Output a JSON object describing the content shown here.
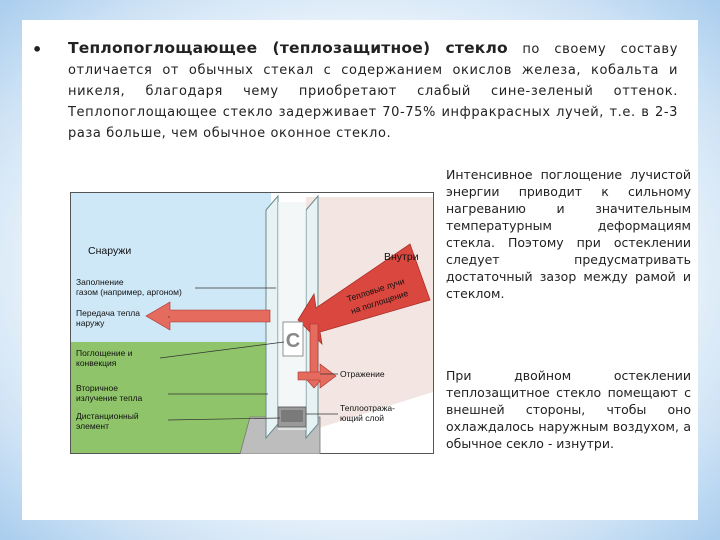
{
  "text": {
    "bullet": "•",
    "lead": "Теплопоглощающее (теплозащитное) стекло",
    "body": " по своему составу отличается от обычных стекал с содержанием окислов железа, кобальта и никеля, благодаря чему приобретают слабый сине-зеленый оттенок. Теплопоглощающее стекло задерживает 70-75% инфракрасных лучей, т.е. в 2-3 раза больше, чем обычное оконное стекло.",
    "side1": "Интенсивное поглощение лучистой энергии приводит к сильному нагреванию и значительным температурным деформациям стекла. Поэтому при остеклении следует предусматривать достаточный зазор между рамой и стеклом.",
    "side2": "При двойном остеклении теплозащитное стекло помещают с внешней стороны, чтобы оно охлаждалось наружным воздухом, а обычное секло - изнутри."
  },
  "diagram": {
    "outside": "Снаружи",
    "inside": "Внутри",
    "gas_1": "Заполнение",
    "gas_2": "газом (например, аргоном)",
    "heat_out_1": "Передача тепла",
    "heat_out_2": "наружу",
    "absorb_1": "Поглощение и",
    "absorb_2": "конвекция",
    "secondary_1": "Вторичное",
    "secondary_2": "излучение тепла",
    "spacer_1": "Дистанционный",
    "spacer_2": "элемент",
    "reflect": "Отражение",
    "coat_1": "Теплоотража-",
    "coat_2": "ющий слой",
    "arrow_1": "Тепловые лучи",
    "arrow_2": "на поглощение",
    "symbol": "С"
  },
  "colors": {
    "sky": "#cfe8f7",
    "ground": "#8fc46a",
    "glass": "#e6f2f3",
    "arrow": "#d9473f",
    "frame": "#8a8a8a"
  }
}
